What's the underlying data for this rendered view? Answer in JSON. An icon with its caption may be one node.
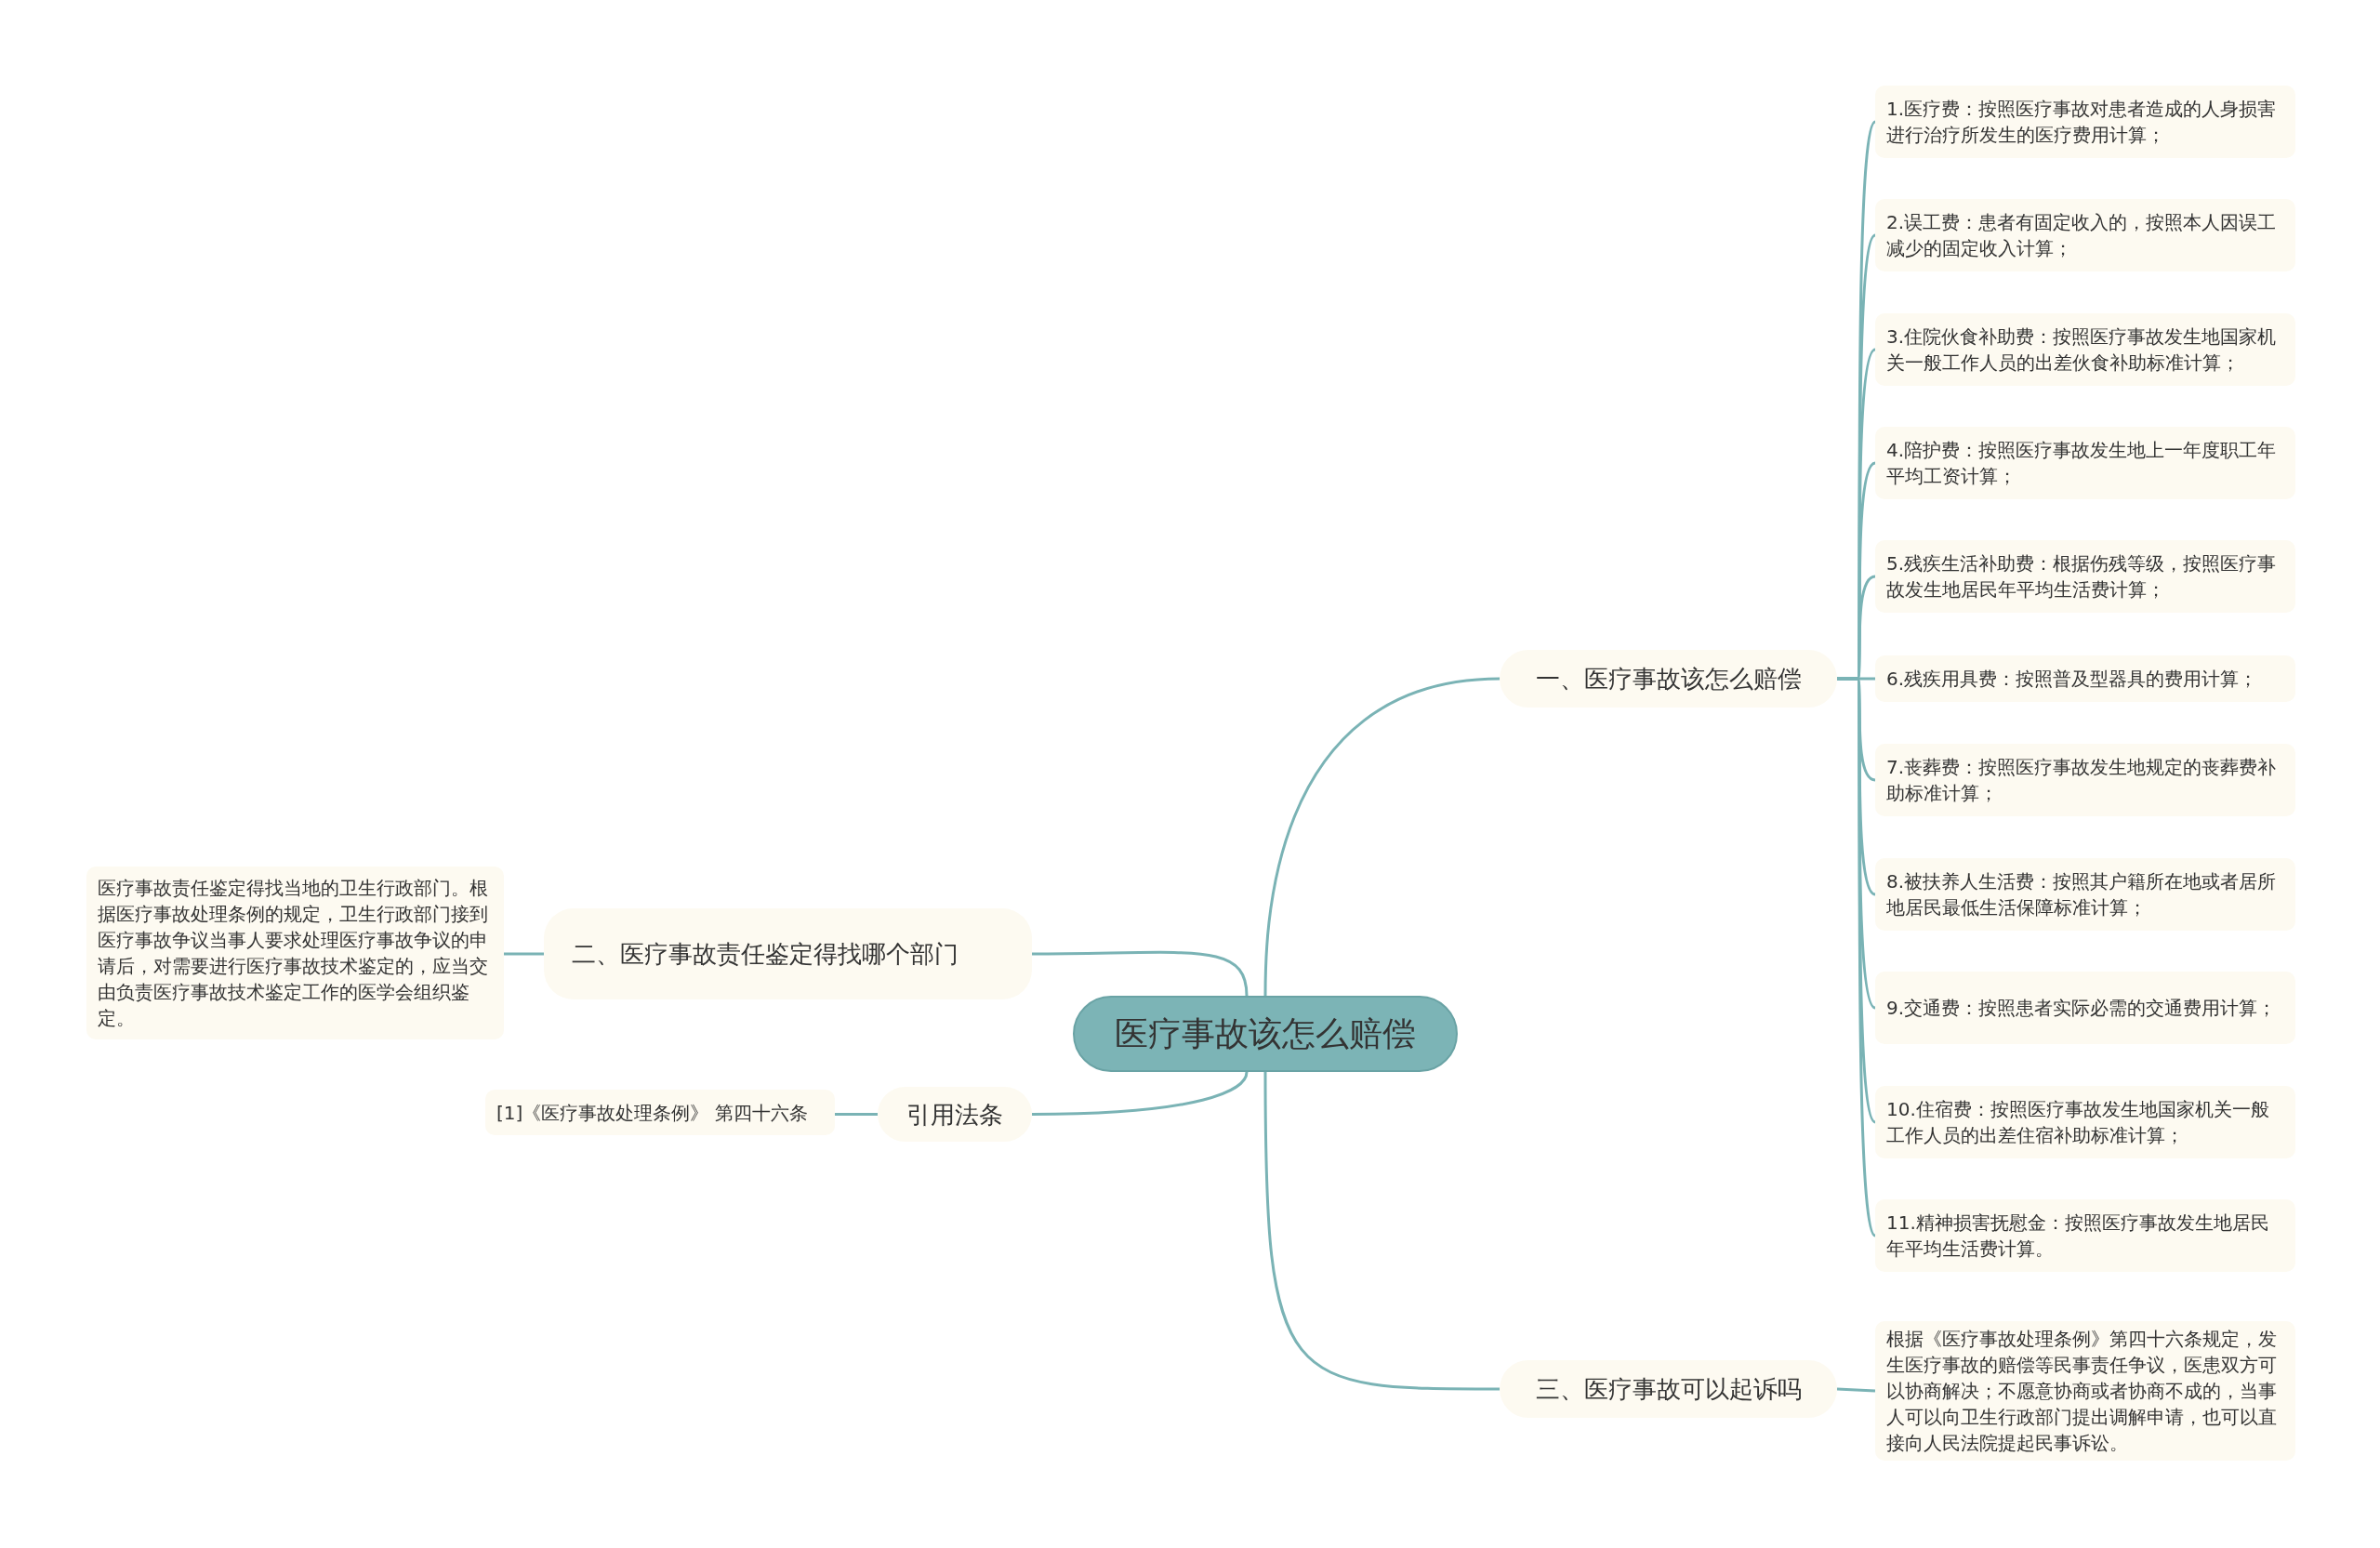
{
  "diagram": {
    "nodes": [
      {
        "text": [
          "医疗事故该怎么赔偿"
        ]
      },
      {
        "text": [
          "一、医疗事故该怎么赔偿"
        ]
      },
      {
        "text": [
          "1.医疗费：按照医疗事故对患者造成的人身损害进行治疗所发生的医疗费用计算；"
        ]
      },
      {
        "text": [
          "2.误工费：患者有固定收入的，按照本人因误工减少的固定收入计算；"
        ]
      },
      {
        "text": [
          "3.住院伙食补助费：按照医疗事故发生地国家机关一般工作人员的出差伙食补助标准计算；"
        ]
      },
      {
        "text": [
          "4.陪护费：按照医疗事故发生地上一年度职工年平均工资计算；"
        ]
      },
      {
        "text": [
          "5.残疾生活补助费：根据伤残等级，按照医疗事故发生地居民年平均生活费计算；"
        ]
      },
      {
        "text": [
          "6.残疾用具费：按照普及型器具的费用计算；"
        ]
      },
      {
        "text": [
          "7.丧葬费：按照医疗事故发生地规定的丧葬费补助标准计算；"
        ]
      },
      {
        "text": [
          "8.被扶养人生活费：按照其户籍所在地或者居所地居民最低生活保障标准计算；"
        ]
      },
      {
        "text": [
          "9.交通费：按照患者实际必需的交通费用计算；"
        ]
      },
      {
        "text": [
          "10.住宿费：按照医疗事故发生地国家机关一般工作人员的出差住宿补助标准计算；"
        ]
      },
      {
        "text": [
          "11.精神损害抚慰金：按照医疗事故发生地居民年平均生活费计算。"
        ]
      },
      {
        "text": [
          "二、医疗事故责任鉴定得找哪个部门"
        ]
      },
      {
        "text": [
          "医疗事故责任鉴定得找当地的卫生行政部门。根据医疗事故处理条例的规定，卫生行政部门接到医疗事故争议当事人要求处理医疗事故争议的申请后，对需要进行医疗事故技术鉴定的，应当交由负责医疗事故技术鉴定工作的医学会组织鉴定。"
        ]
      },
      {
        "text": [
          "引用法条"
        ]
      },
      {
        "text": [
          "[1]《医疗事故处理条例》 第四十六条"
        ]
      },
      {
        "text": [
          "三、医疗事故可以起诉吗"
        ]
      },
      {
        "text": [
          "根据《医疗事故处理条例》第四十六条规定，发生医疗事故的赔偿等民事责任争议，医患双方可以协商解决；不愿意协商或者协商不成的，当事人可以向卫生行政部门提出调解申请，也可以直接向人民法院提起民事诉讼。"
        ]
      }
    ],
    "edges": [
      {
        "from": 0,
        "to": 1,
        "arrow": "none"
      },
      {
        "from": 1,
        "to": 2,
        "arrow": "none"
      },
      {
        "from": 1,
        "to": 3,
        "arrow": "none"
      },
      {
        "from": 1,
        "to": 4,
        "arrow": "none"
      },
      {
        "from": 1,
        "to": 5,
        "arrow": "none"
      },
      {
        "from": 1,
        "to": 6,
        "arrow": "none"
      },
      {
        "from": 1,
        "to": 7,
        "arrow": "none"
      },
      {
        "from": 1,
        "to": 8,
        "arrow": "none"
      },
      {
        "from": 1,
        "to": 9,
        "arrow": "none"
      },
      {
        "from": 1,
        "to": 10,
        "arrow": "none"
      },
      {
        "from": 1,
        "to": 11,
        "arrow": "none"
      },
      {
        "from": 1,
        "to": 12,
        "arrow": "none"
      },
      {
        "from": 0,
        "to": 13,
        "arrow": "none"
      },
      {
        "from": 13,
        "to": 14,
        "arrow": "none"
      },
      {
        "from": 0,
        "to": 15,
        "arrow": "none"
      },
      {
        "from": 15,
        "to": 16,
        "arrow": "none"
      },
      {
        "from": 0,
        "to": 17,
        "arrow": "none"
      },
      {
        "from": 17,
        "to": 18,
        "arrow": "none"
      }
    ]
  }
}
